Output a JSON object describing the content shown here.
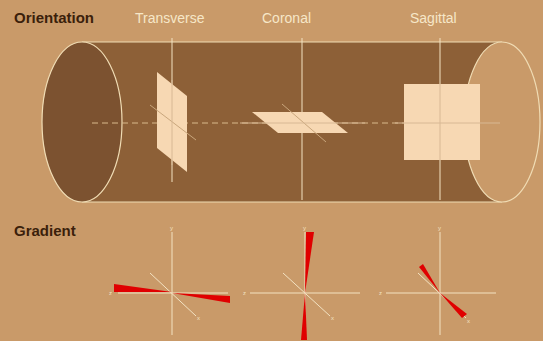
{
  "diagram": {
    "labels": [
      "Orientation",
      "Transverse",
      "Coronal",
      "Sagittal",
      "Gradient",
      "y",
      "z",
      "x",
      "y",
      "z",
      "x",
      "y",
      "z",
      "x"
    ]
  }
}
